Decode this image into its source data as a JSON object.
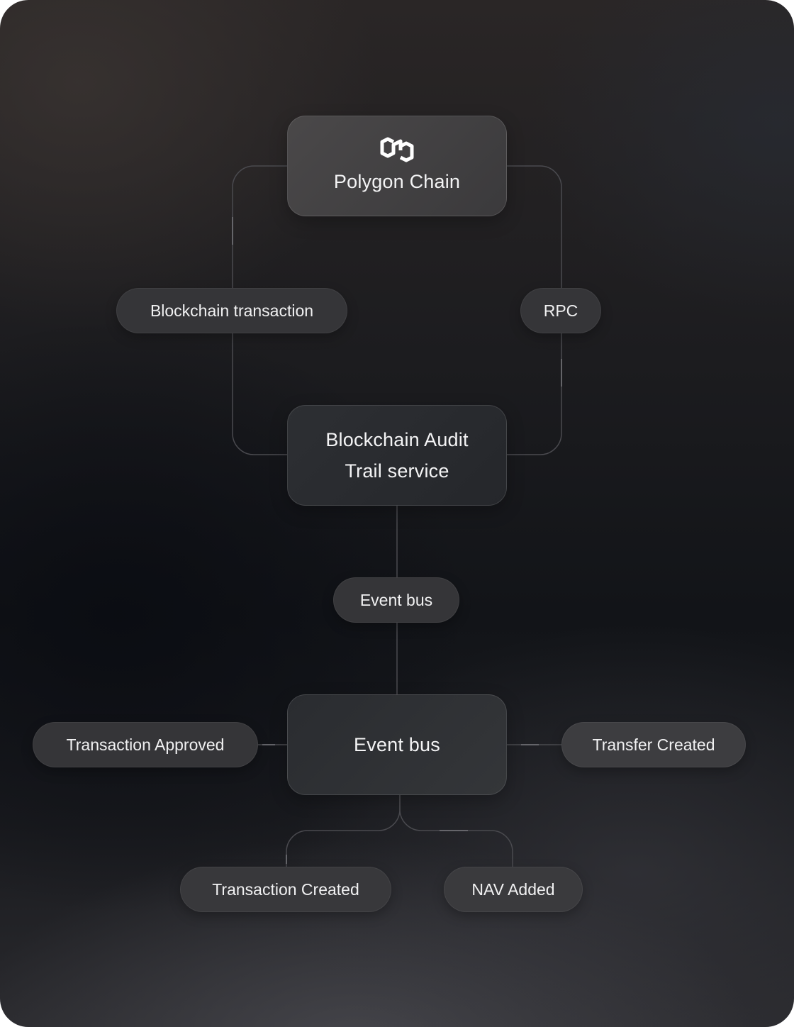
{
  "nodes": {
    "polygon": {
      "title": "Polygon Chain",
      "icon": "polygon-logo-icon"
    },
    "audit": {
      "title_line1": "Blockchain Audit",
      "title_line2": "Trail service"
    },
    "event_bus_box": {
      "title": "Event bus"
    }
  },
  "labels": {
    "blockchain_transaction": "Blockchain transaction",
    "rpc": "RPC",
    "event_bus_pill": "Event bus",
    "transaction_approved": "Transaction Approved",
    "transfer_created": "Transfer Created",
    "transaction_created": "Transaction Created",
    "nav_added": "NAV Added"
  },
  "colors": {
    "background": "#1a1b1f",
    "node_fill": "#3a393b",
    "pill_fill": "#353538",
    "connector": "#4a4a4f",
    "text": "#f4f4f5"
  }
}
